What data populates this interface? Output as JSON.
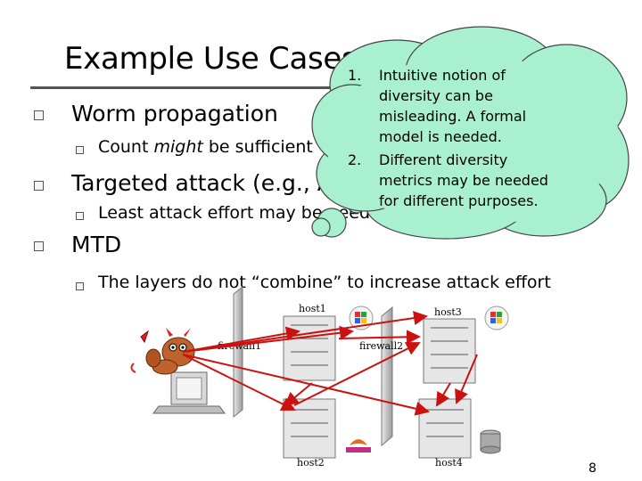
{
  "slide": {
    "title": "Example Use Cases",
    "bullets": [
      {
        "text": "Worm propagation",
        "sub": {
          "text": "Count ",
          "em": "might",
          "rest": " be sufficient"
        }
      },
      {
        "text": "Targeted attack (e.g., APT)",
        "sub": {
          "text": "Least attack effort may be needed"
        }
      },
      {
        "text": "MTD",
        "sub": {
          "text": "The layers do not “combine” to increase attack effort"
        }
      }
    ],
    "page_number": "8"
  },
  "callout": {
    "items": [
      {
        "num": "1.",
        "lines": [
          "Intuitive notion of",
          "diversity can be",
          "misleading. A formal",
          "model is needed."
        ]
      },
      {
        "num": "2.",
        "lines": [
          "Different diversity",
          "metrics may be needed",
          "for different purposes."
        ]
      }
    ],
    "fill": "#a8f0d0"
  },
  "diagram": {
    "hosts": [
      "host1",
      "host2",
      "host3",
      "host4"
    ],
    "firewalls": [
      "firewall1",
      "firewall2"
    ],
    "arrow_color": "#cc1111"
  }
}
